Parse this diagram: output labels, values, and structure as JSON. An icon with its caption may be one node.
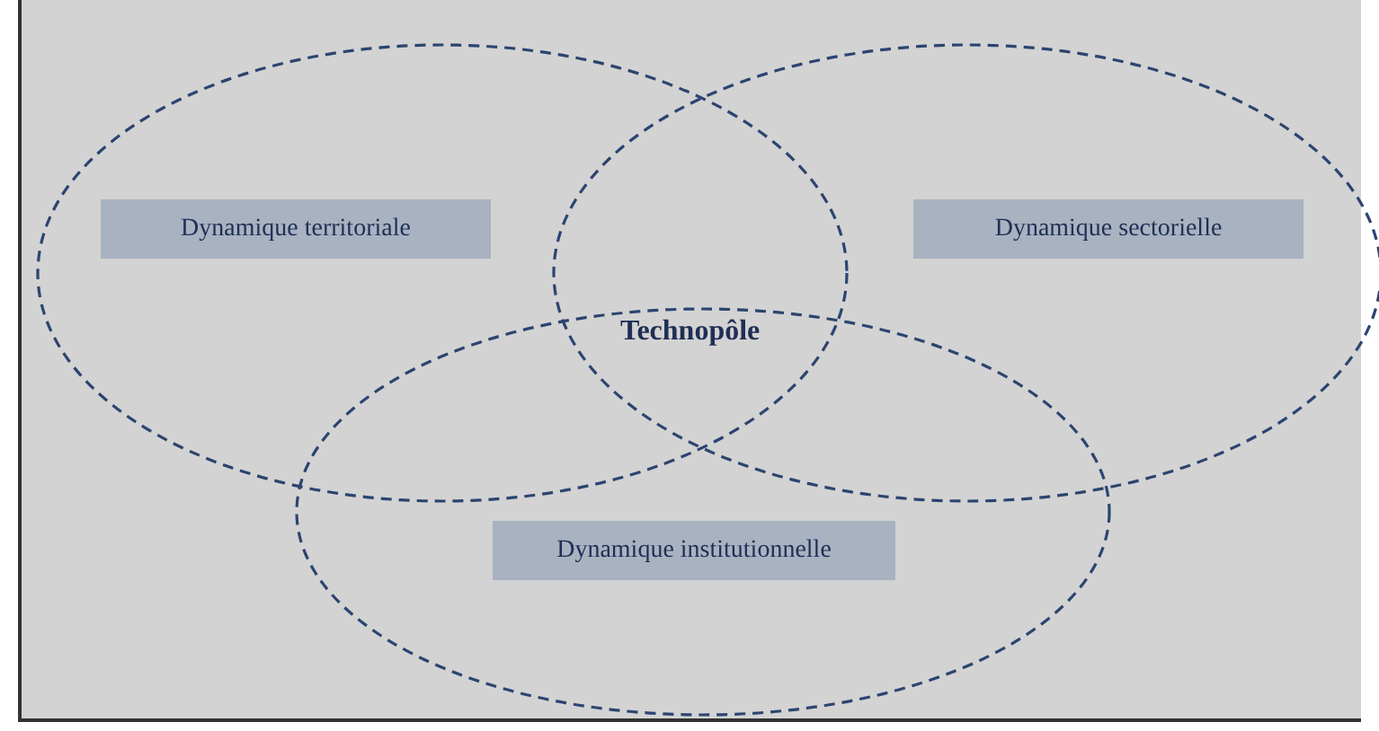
{
  "diagram": {
    "nodes": [
      {
        "text": [],
        "shape": "ellipse"
      },
      {
        "text": [],
        "shape": "ellipse"
      },
      {
        "text": [],
        "shape": "ellipse"
      },
      {
        "text": [
          "Dynamique territoriale"
        ],
        "in": 0
      },
      {
        "text": [
          "Dynamique sectorielle"
        ],
        "in": 1
      },
      {
        "text": [
          "Dynamique institutionnelle"
        ],
        "in": 2
      }
    ],
    "edges": [],
    "labels": [
      "Technopôle"
    ]
  }
}
